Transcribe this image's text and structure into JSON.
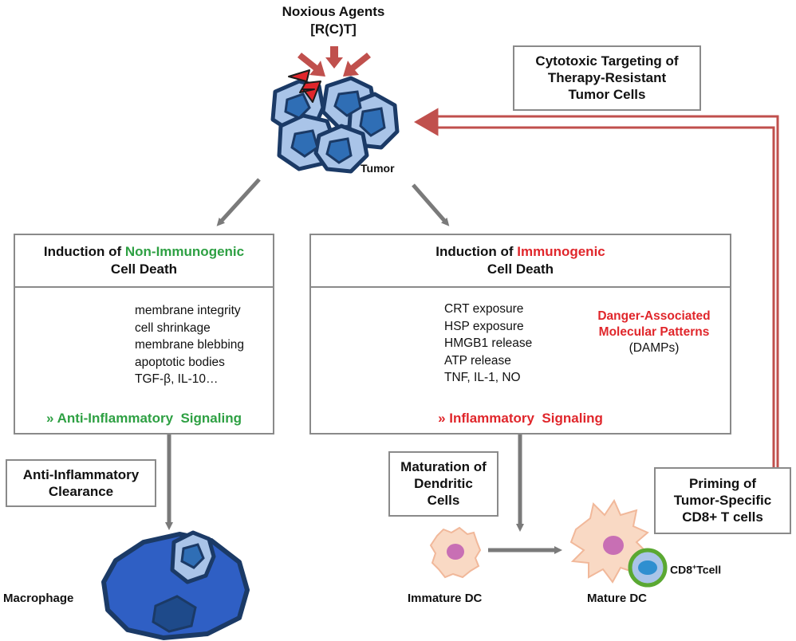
{
  "noxious": {
    "line1": "Noxious Agents",
    "line2": "[R(C)T]"
  },
  "tumor_label": "Tumor",
  "cytotoxic_box": {
    "line1": "Cytotoxic Targeting of",
    "line2": "Therapy-Resistant",
    "line3": "Tumor Cells"
  },
  "non_immunogenic": {
    "title_prefix": "Induction of ",
    "title_highlight": "Non-Immunogenic",
    "title_line2": "Cell Death",
    "items": [
      "membrane integrity",
      "cell shrinkage",
      "membrane blebbing",
      "apoptotic bodies",
      "TGF-β, IL-10…"
    ],
    "signaling": "» Anti-Inflammatory  Signaling"
  },
  "immunogenic": {
    "title_prefix": "Induction of ",
    "title_highlight": "Immunogenic",
    "title_line2": "Cell Death",
    "items": [
      "CRT exposure",
      "HSP exposure",
      "HMGB1 release",
      "ATP release",
      "TNF, IL-1, NO"
    ],
    "damps_line1": "Danger-Associated",
    "damps_line2": "Molecular Patterns",
    "damps_line3": "(DAMPs)",
    "signaling": "» Inflammatory  Signaling"
  },
  "clearance_box": {
    "line1": "Anti-Inflammatory",
    "line2": "Clearance"
  },
  "maturation_box": {
    "line1": "Maturation of",
    "line2": "Dendritic",
    "line3": "Cells"
  },
  "priming_box": {
    "line1": "Priming of",
    "line2": "Tumor-Specific",
    "line3": "CD8+ T cells"
  },
  "labels": {
    "macrophage": "Macrophage",
    "immature_dc": "Immature DC",
    "mature_dc": "Mature DC",
    "cd8_prefix": "CD8",
    "cd8_sup": "+",
    "cd8_suffix": "Tcell"
  },
  "colors": {
    "green": "#2ea043",
    "red": "#e0262b",
    "dark_red": "#c0504d",
    "cell_fill": "#a9c4e8",
    "cell_outline": "#1b3a66",
    "nucleus": "#2f6eb5",
    "macrophage": "#2f5fc4",
    "dc_fill": "#f9d9c4",
    "dc_nucleus": "#c86fb4",
    "tcell_outline": "#5aa832",
    "tcell_nucleus": "#2f8fd0",
    "gray_arrow": "#7a7a7a"
  }
}
